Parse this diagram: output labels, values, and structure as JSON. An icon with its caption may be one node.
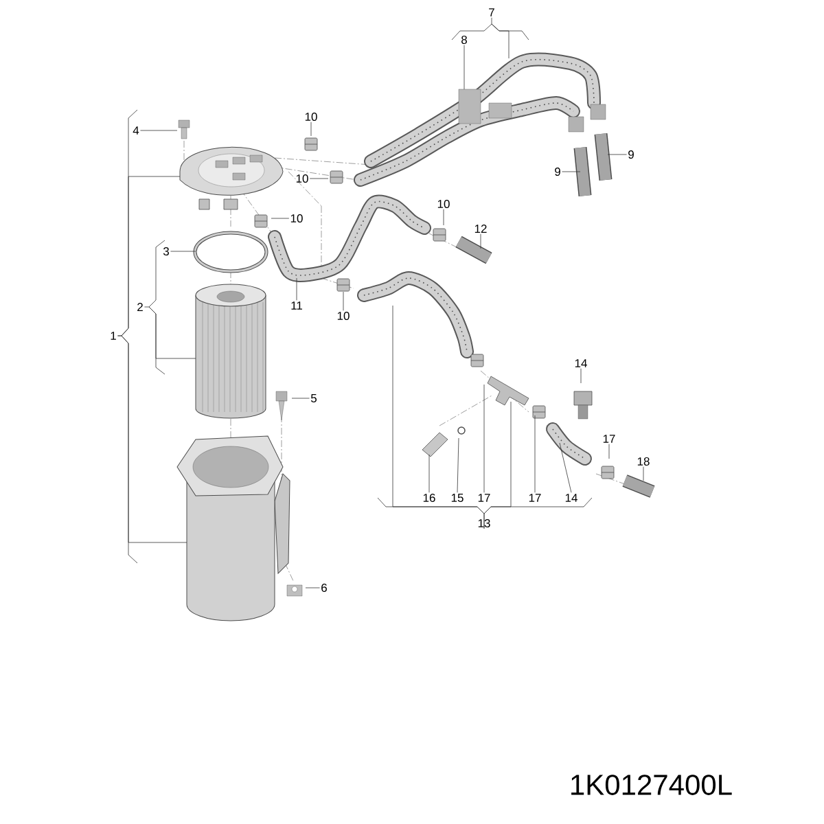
{
  "diagram": {
    "nodes": [
      {
        "text": [
          "7"
        ]
      },
      {
        "text": [
          "8"
        ]
      },
      {
        "text": [
          "4"
        ]
      },
      {
        "text": [
          "10"
        ]
      },
      {
        "text": [
          "10"
        ]
      },
      {
        "text": [
          "9"
        ]
      },
      {
        "text": [
          "9"
        ]
      },
      {
        "text": [
          "1"
        ]
      },
      {
        "text": [
          "10"
        ]
      },
      {
        "text": [
          "10"
        ]
      },
      {
        "text": [
          "12"
        ]
      },
      {
        "text": [
          "3"
        ]
      },
      {
        "text": [
          "2"
        ]
      },
      {
        "text": [
          "11"
        ]
      },
      {
        "text": [
          "10"
        ]
      },
      {
        "text": [
          "14"
        ]
      },
      {
        "text": [
          "5"
        ]
      },
      {
        "text": [
          "17"
        ]
      },
      {
        "text": [
          "18"
        ]
      },
      {
        "text": [
          "16"
        ]
      },
      {
        "text": [
          "15"
        ]
      },
      {
        "text": [
          "17"
        ]
      },
      {
        "text": [
          "17"
        ]
      },
      {
        "text": [
          "14"
        ]
      },
      {
        "text": [
          "13"
        ]
      },
      {
        "text": [
          "6"
        ]
      }
    ],
    "edges": [
      {
        "from": 0,
        "to": null,
        "arrow": "none"
      },
      {
        "from": 1,
        "to": null,
        "arrow": "none"
      },
      {
        "from": 2,
        "to": null,
        "arrow": "none"
      },
      {
        "from": 3,
        "to": null,
        "arrow": "none"
      },
      {
        "from": 4,
        "to": null,
        "arrow": "none"
      },
      {
        "from": 5,
        "to": null,
        "arrow": "none"
      },
      {
        "from": 6,
        "to": null,
        "arrow": "none"
      },
      {
        "from": 7,
        "to": null,
        "arrow": "none"
      },
      {
        "from": 7,
        "to": null,
        "arrow": "none"
      },
      {
        "from": 8,
        "to": null,
        "arrow": "none"
      },
      {
        "from": 9,
        "to": null,
        "arrow": "none"
      },
      {
        "from": 10,
        "to": null,
        "arrow": "none"
      },
      {
        "from": 11,
        "to": null,
        "arrow": "none"
      },
      {
        "from": 12,
        "to": null,
        "arrow": "none"
      },
      {
        "from": 13,
        "to": null,
        "arrow": "none"
      },
      {
        "from": 14,
        "to": null,
        "arrow": "none"
      },
      {
        "from": 15,
        "to": null,
        "arrow": "none"
      },
      {
        "from": 16,
        "to": null,
        "arrow": "none"
      },
      {
        "from": 17,
        "to": null,
        "arrow": "none"
      },
      {
        "from": 18,
        "to": null,
        "arrow": "none"
      },
      {
        "from": 19,
        "to": null,
        "arrow": "none"
      },
      {
        "from": 20,
        "to": null,
        "arrow": "none"
      },
      {
        "from": 21,
        "to": null,
        "arrow": "none"
      },
      {
        "from": 22,
        "to": null,
        "arrow": "none"
      },
      {
        "from": 23,
        "to": null,
        "arrow": "none"
      },
      {
        "from": 24,
        "to": null,
        "arrow": "none"
      },
      {
        "from": 24,
        "to": null,
        "arrow": "none"
      },
      {
        "from": 25,
        "to": null,
        "arrow": "none"
      }
    ],
    "labels": [
      "1K0127400L"
    ]
  }
}
